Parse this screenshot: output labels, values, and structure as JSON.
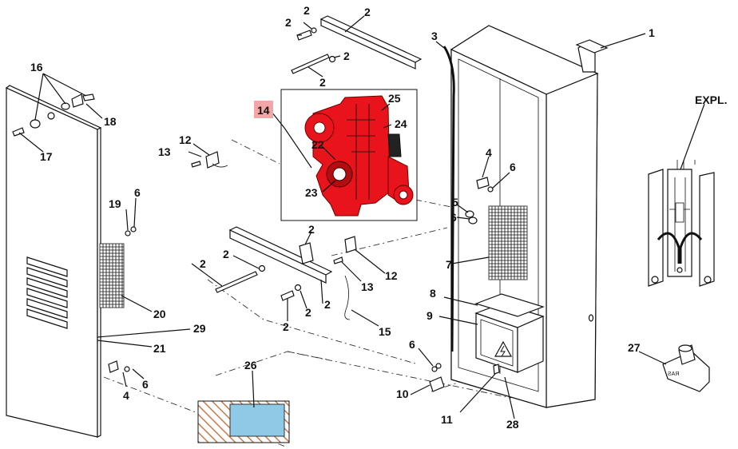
{
  "callouts": {
    "c1": "1",
    "c2a": "2",
    "c2b": "2",
    "c2c": "2",
    "c2d": "2",
    "c2e": "2",
    "c2f": "2",
    "c2g": "2",
    "c2h": "2",
    "c2i": "2",
    "c2j": "2",
    "c3": "3",
    "c4a": "4",
    "c4b": "4",
    "c5": "5",
    "c6a": "6",
    "c6b": "6",
    "c6c": "6",
    "c6d": "6",
    "c6e": "6",
    "c7": "7",
    "c8": "8",
    "c9": "9",
    "c10": "10",
    "c11": "11",
    "c12a": "12",
    "c12b": "12",
    "c13a": "13",
    "c13b": "13",
    "c14": "14",
    "c15": "15",
    "c16": "16",
    "c17": "17",
    "c18": "18",
    "c19": "19",
    "c20": "20",
    "c21": "21",
    "c22": "22",
    "c23": "23",
    "c24": "24",
    "c25": "25",
    "c26": "26",
    "c27": "27",
    "c28": "28",
    "c29": "29",
    "expl": "EXPL."
  },
  "colors": {
    "highlight_part": "#e8131b",
    "highlight_label_bg": "#f4a6a6",
    "kit_blue": "#8ec9e6",
    "kit_hatch": "#c97a4a"
  },
  "icons": {
    "warning": "high-voltage-warning-icon"
  }
}
